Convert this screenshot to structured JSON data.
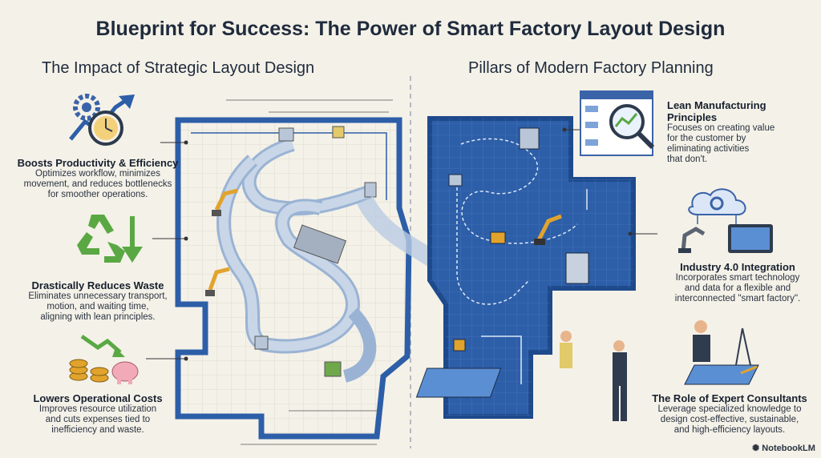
{
  "title": "Blueprint for Success: The Power of Smart Factory Layout Design",
  "left_section": {
    "heading": "The Impact of Strategic Layout Design",
    "items": [
      {
        "title": "Boosts Productivity & Efficiency",
        "desc": [
          "Optimizes workflow, minimizes",
          "movement, and reduces bottlenecks",
          "for smoother operations."
        ],
        "icon": "gears-clock-arrow-icon"
      },
      {
        "title": "Drastically Reduces Waste",
        "desc": [
          "Eliminates unnecessary transport,",
          "motion, and waiting time,",
          "aligning with lean principles."
        ],
        "icon": "recycle-icon"
      },
      {
        "title": "Lowers Operational Costs",
        "desc": [
          "Improves resource utilization",
          "and cuts expenses tied to",
          "inefficiency and waste."
        ],
        "icon": "coins-piggybank-icon"
      }
    ]
  },
  "right_section": {
    "heading": "Pillars of Modern Factory Planning",
    "items": [
      {
        "title": [
          "Lean Manufacturing",
          "Principles"
        ],
        "desc": [
          "Focuses on creating value",
          "for the customer by",
          "eliminating activities",
          "that don't."
        ],
        "icon": "magnifier-flowchart-icon"
      },
      {
        "title": [
          "Industry 4.0 Integration"
        ],
        "desc": [
          "Incorporates smart technology",
          "and data for a flexible and",
          "interconnected \"smart factory\"."
        ],
        "icon": "cloud-robot-tablet-icon"
      },
      {
        "title": [
          "The Role of Expert Consultants"
        ],
        "desc": [
          "Leverage specialized knowledge to",
          "design cost-effective, sustainable,",
          "and high-efficiency layouts."
        ],
        "icon": "consultant-icon"
      }
    ]
  },
  "watermark": "NotebookLM",
  "colors": {
    "background": "#f4f1e8",
    "blueprint": "#2d5ea8",
    "blueprint_dark": "#1e4a8c",
    "accent_green": "#5aa844",
    "accent_orange": "#e2a32c"
  }
}
